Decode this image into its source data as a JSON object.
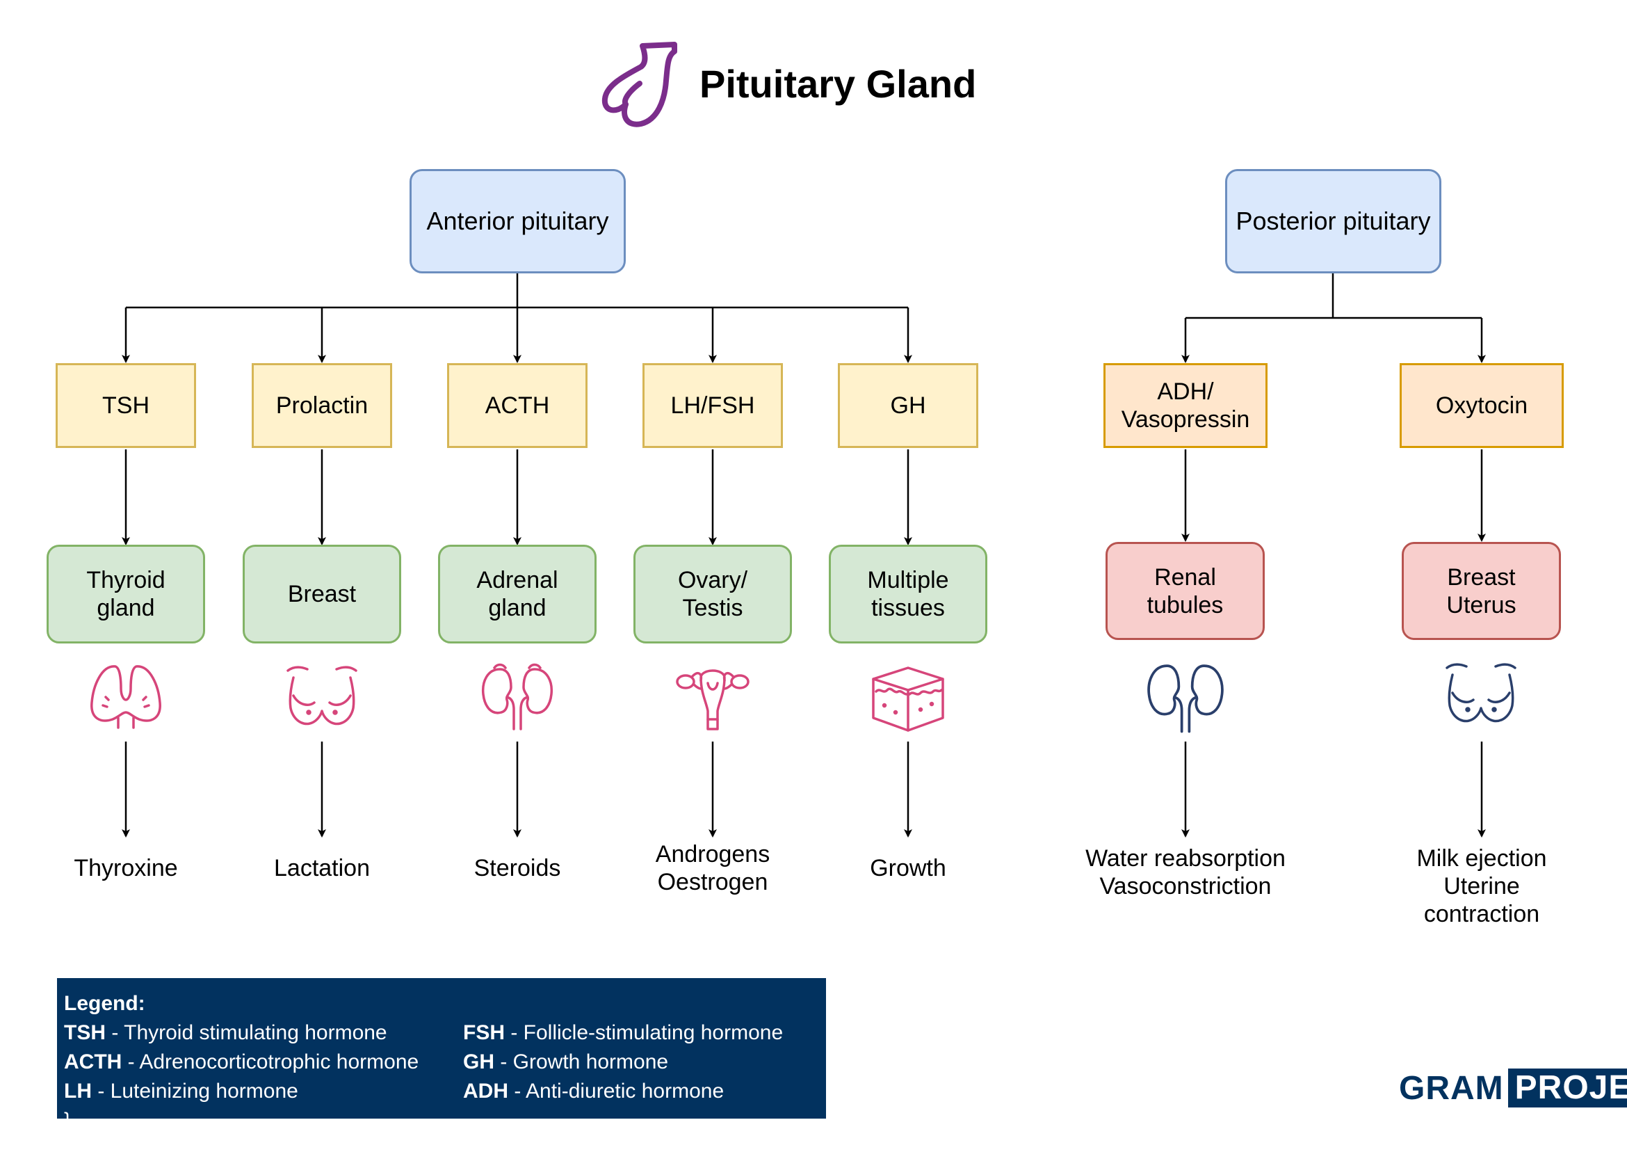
{
  "title": "Pituitary Gland",
  "colors": {
    "title_icon": "#7b2d8b",
    "organ_icon_pink": "#d6457a",
    "organ_icon_navy": "#2a3f6b",
    "legend_bg": "#02325f",
    "brand": "#02325f"
  },
  "icons": {
    "title": "pituitary-gland-icon",
    "thyroid": "thyroid-icon",
    "breast": "breast-icon",
    "adrenal": "kidney-adrenal-icon",
    "ovary": "uterus-ovary-icon",
    "tissue": "tissue-cube-icon",
    "kidney": "kidney-icon",
    "breast2": "breast-icon"
  },
  "anterior": {
    "label": "Anterior pituitary",
    "hormones": [
      {
        "hormone": "TSH",
        "target": "Thyroid\ngland",
        "effect": "Thyroxine"
      },
      {
        "hormone": "Prolactin",
        "target": "Breast",
        "effect": "Lactation"
      },
      {
        "hormone": "ACTH",
        "target": "Adrenal\ngland",
        "effect": "Steroids"
      },
      {
        "hormone": "LH/FSH",
        "target": "Ovary/\nTestis",
        "effect": "Androgens\nOestrogen"
      },
      {
        "hormone": "GH",
        "target": "Multiple\ntissues",
        "effect": "Growth"
      }
    ]
  },
  "posterior": {
    "label": "Posterior pituitary",
    "hormones": [
      {
        "hormone": "ADH/\nVasopressin",
        "target": "Renal\ntubules",
        "effect": "Water reabsorption\nVasoconstriction"
      },
      {
        "hormone": "Oxytocin",
        "target": "Breast\nUterus",
        "effect": "Milk ejection\nUterine contraction"
      }
    ]
  },
  "legend": {
    "title": "Legend:",
    "left": [
      {
        "abbr": "TSH",
        "desc": " - Thyroid stimulating hormone"
      },
      {
        "abbr": "ACTH",
        "desc": " - Adrenocorticotrophic hormone"
      },
      {
        "abbr": "LH",
        "desc": " - Luteinizing hormone"
      }
    ],
    "right": [
      {
        "abbr": "FSH",
        "desc": " - Follicle-stimulating hormone"
      },
      {
        "abbr": "GH",
        "desc": " - Growth hormone"
      },
      {
        "abbr": "ADH",
        "desc": " - Anti-diuretic hormone"
      }
    ]
  },
  "brand": {
    "part1": "GRAM",
    "part2": "PROJECT"
  }
}
